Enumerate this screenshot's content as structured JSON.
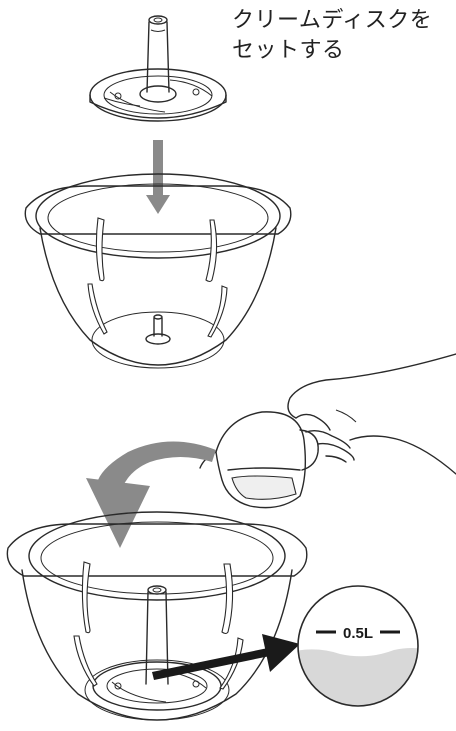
{
  "instruction": {
    "line1": "クリームディスクを",
    "line2": "セットする"
  },
  "level_callout": {
    "label": "0.5L"
  },
  "colors": {
    "line": "#2a2a2a",
    "water": "#d8d8d8",
    "arrow_fill": "#8a8a8a",
    "pointer_arrow": "#1a1a1a"
  },
  "icons": [
    "cream-disc",
    "down-arrow",
    "mixing-bowl",
    "measuring-jug",
    "hand",
    "curved-pour-arrow",
    "magnifier-circle"
  ]
}
